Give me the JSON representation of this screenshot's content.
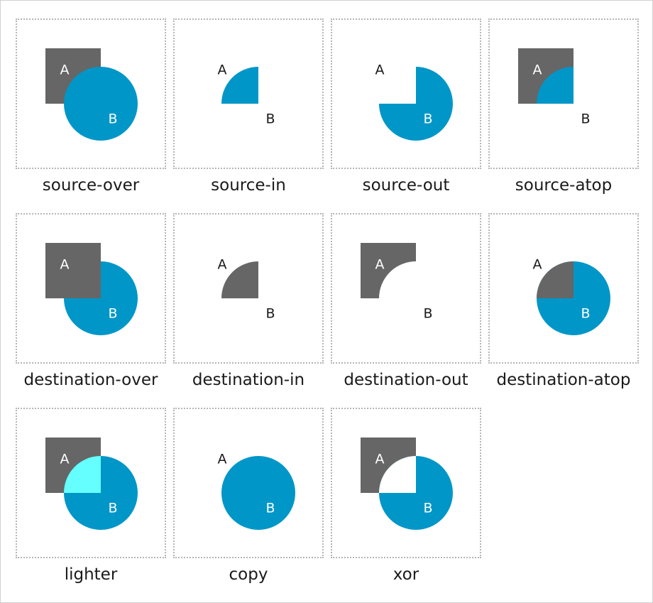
{
  "colors": {
    "shape_a": "#666666",
    "shape_b": "#0096c8",
    "lighter_overlap": "#66ffff",
    "tile_border": "#b5b5b5"
  },
  "labels": {
    "a": "A",
    "b": "B"
  },
  "modes": [
    {
      "id": "source-over",
      "caption": "source-over"
    },
    {
      "id": "source-in",
      "caption": "source-in"
    },
    {
      "id": "source-out",
      "caption": "source-out"
    },
    {
      "id": "source-atop",
      "caption": "source-atop"
    },
    {
      "id": "destination-over",
      "caption": "destination-over"
    },
    {
      "id": "destination-in",
      "caption": "destination-in"
    },
    {
      "id": "destination-out",
      "caption": "destination-out"
    },
    {
      "id": "destination-atop",
      "caption": "destination-atop"
    },
    {
      "id": "lighter",
      "caption": "lighter"
    },
    {
      "id": "copy",
      "caption": "copy"
    },
    {
      "id": "xor",
      "caption": "xor"
    }
  ]
}
